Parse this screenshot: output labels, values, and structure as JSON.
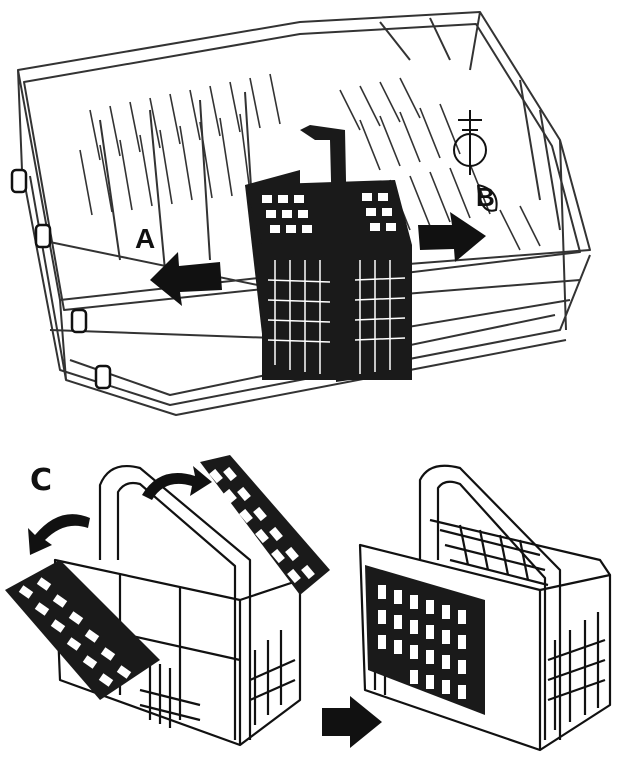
{
  "labels": {
    "a": "A",
    "b": "B",
    "c": "C"
  },
  "colors": {
    "background": "#ffffff",
    "ink": "#111111",
    "basket": "#1a1a1a",
    "rack_line": "#333333"
  },
  "icons": {
    "arrow_a": "arrow-left-icon",
    "arrow_b": "arrow-right-icon",
    "arrow_transition": "arrow-right-icon",
    "flip_left": "curved-arrow-icon",
    "flip_right": "curved-arrow-icon"
  }
}
